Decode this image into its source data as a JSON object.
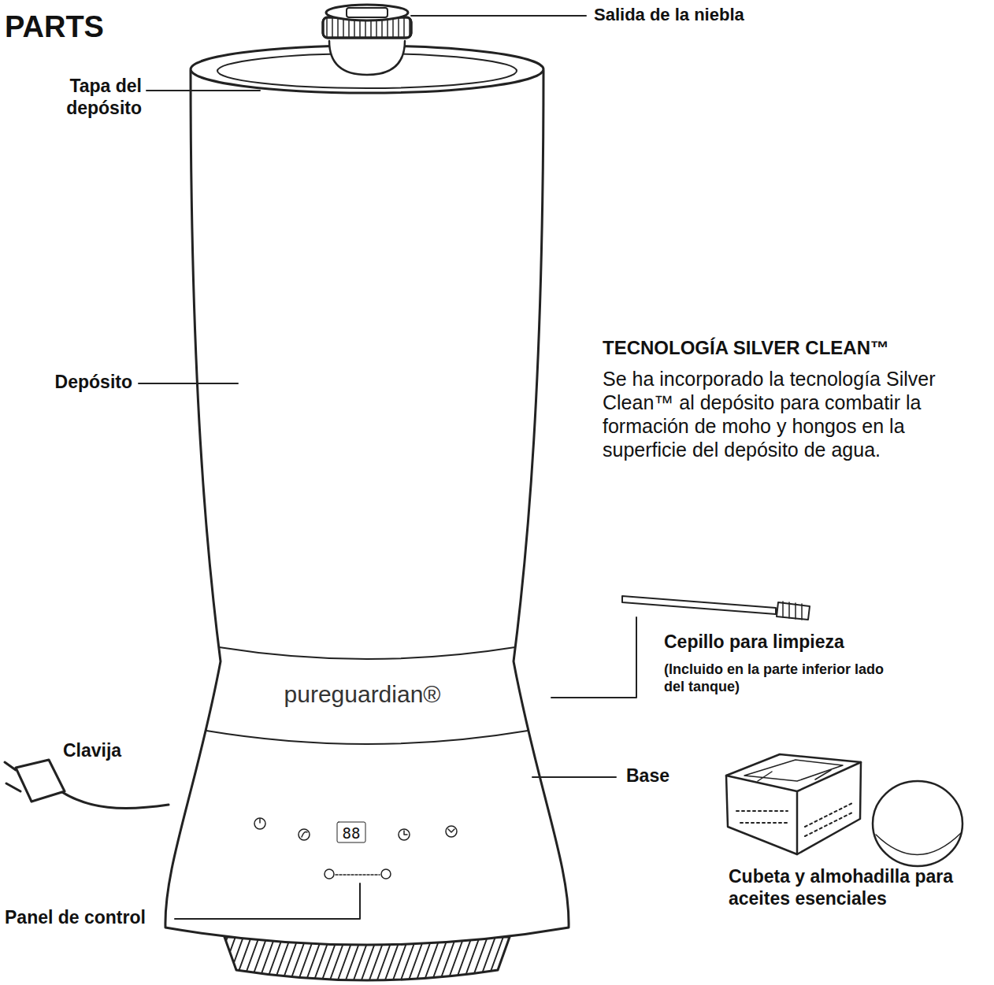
{
  "diagram": {
    "title": "PARTS",
    "labels": [
      "Salida de la niebla",
      "Tapa del depósito",
      "Depósito",
      "TECNOLOGÍA SILVER CLEAN™",
      "Se ha incorporado la tecnología Silver Clean™ al depósito para combatir la formación de moho y hongos en la superficie del depósito de agua.",
      "Cepillo para limpieza",
      "(Incluido en la parte inferior lado del tanque)",
      "pureguardian®",
      "Clavija",
      "Base",
      "Panel de control",
      "Cubeta y almohadilla para aceites esenciales",
      "88"
    ]
  }
}
